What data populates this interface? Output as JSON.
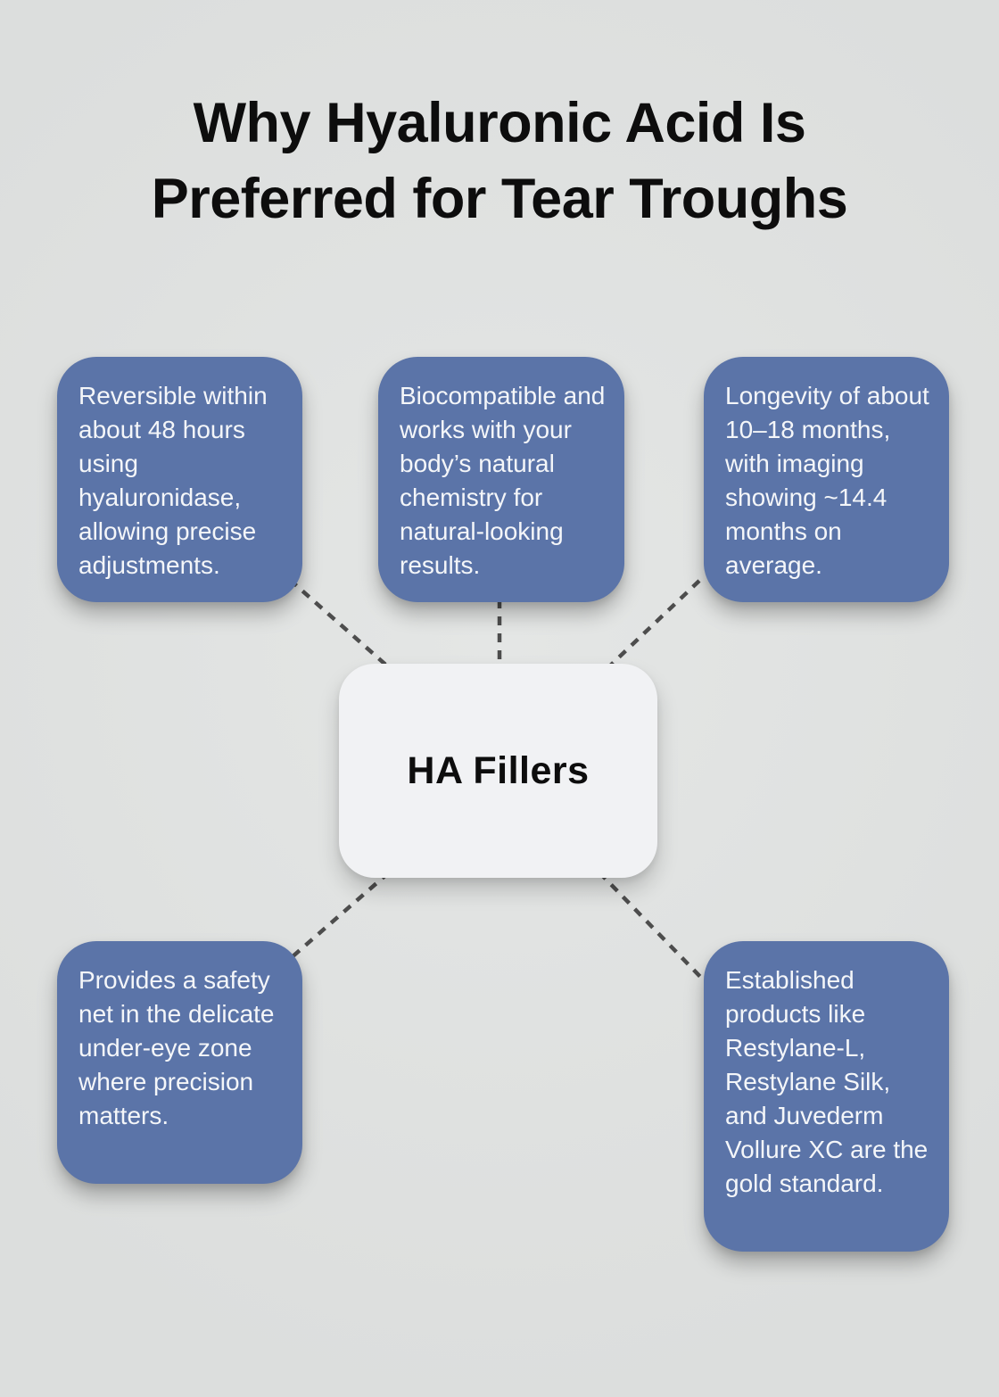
{
  "title": {
    "line1": "Why Hyaluronic Acid Is",
    "line2": "Preferred for Tear Troughs"
  },
  "center": {
    "label": "HA Fillers"
  },
  "nodes": {
    "reversible": {
      "text": "Reversible within about 48 hours using hyaluronidase, allowing precise adjustments."
    },
    "biocompatible": {
      "text": "Biocompatible and works with your body’s natural chemistry for natural-looking results."
    },
    "longevity": {
      "text": "Longevity of about 10–18 months, with imaging showing ~14.4 months on average."
    },
    "safety_net": {
      "text": "Provides a safety net in the delicate under-eye zone where precision matters."
    },
    "products": {
      "text": "Established products like Restylane-L, Restylane Silk, and Juvederm Vollure XC are the gold standard."
    }
  },
  "colors": {
    "background": "#dfe1e0",
    "node_fill": "#5b74a8",
    "node_text": "#f4f6f9",
    "center_fill": "#f1f2f4",
    "center_text": "#0d0d0d",
    "connector": "#4d4d4d",
    "title_text": "#0d0d0d"
  }
}
